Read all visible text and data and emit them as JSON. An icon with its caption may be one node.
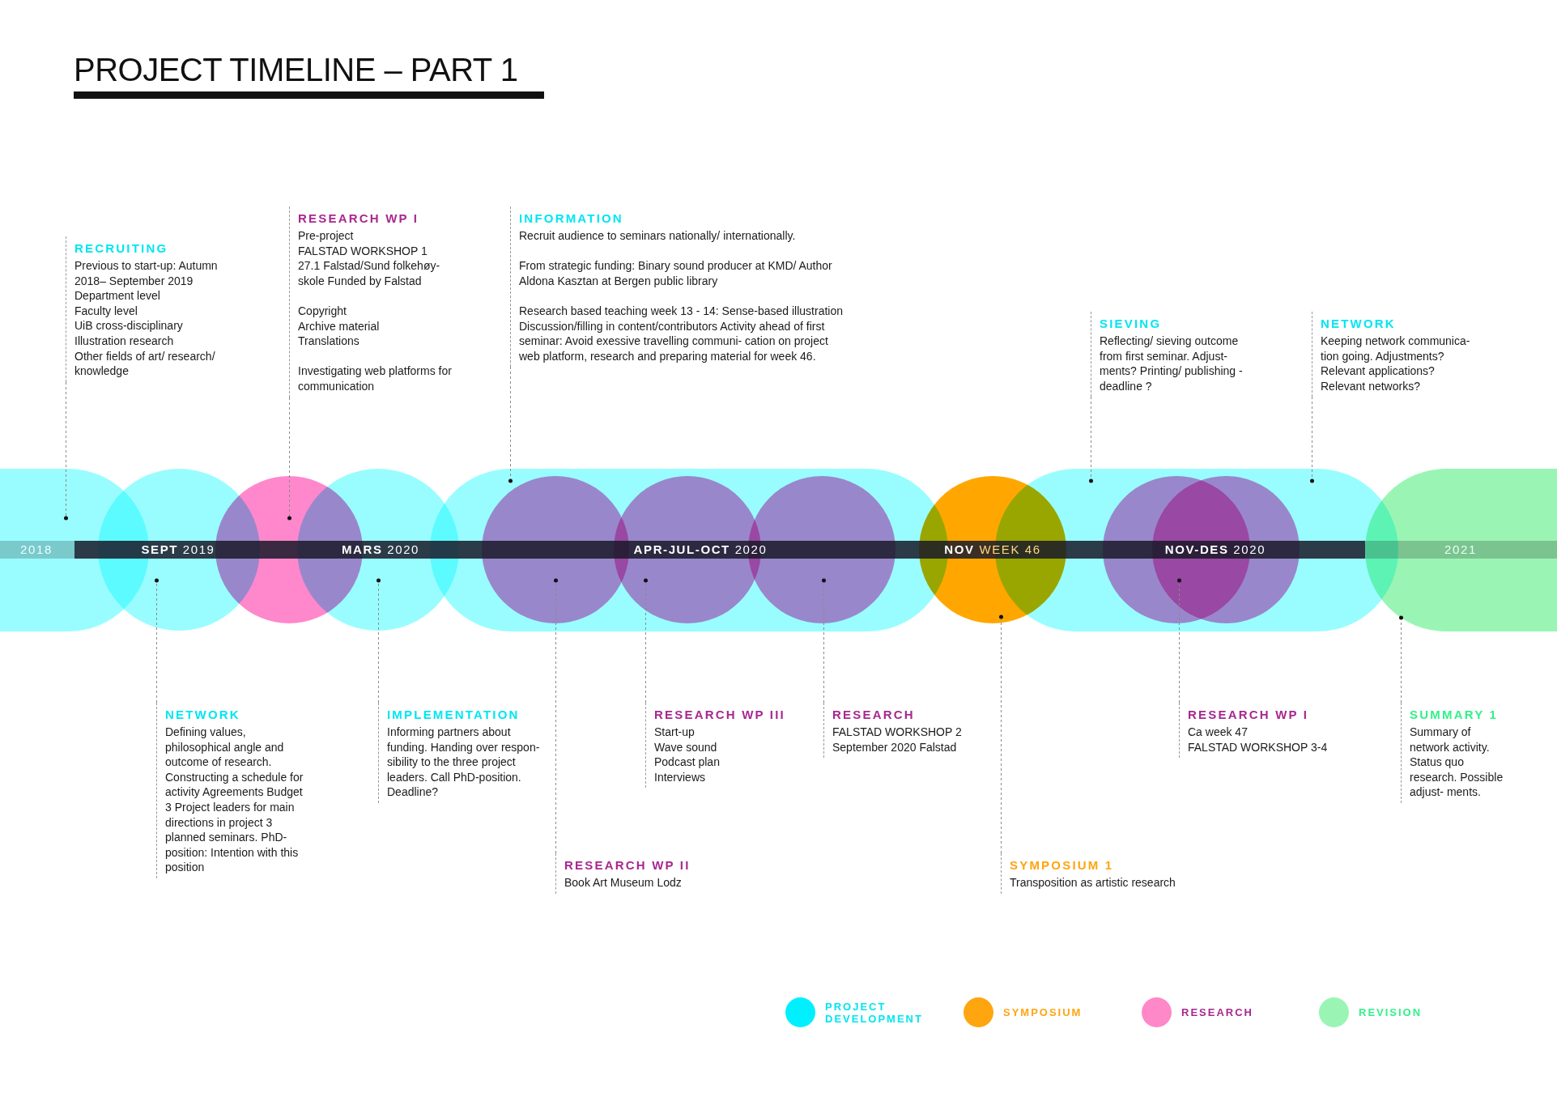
{
  "diagram": {
    "title": "PROJECT TIMELINE – PART 1",
    "nodes": [
      {
        "text": [
          "RECRUITING",
          "Previous to start-up: Autumn 2018– September 2019",
          "Department level",
          "Faculty level",
          "UiB cross-disciplinary",
          "Illustration research",
          "Other fields of art/ research/ knowledge"
        ]
      },
      {
        "text": [
          "RESEARCH WP I",
          "Pre-project",
          "FALSTAD WORKSHOP 1",
          "27.1 Falstad/Sund folkehøy- skole Funded by Falstad",
          "Copyright",
          "Archive material",
          "Translations",
          "Investigating web platforms for communication"
        ]
      },
      {
        "text": [
          "INFORMATION",
          "Recruit audience to seminars nationally/ internationally.",
          "From strategic funding: Binary sound producer at KMD/ Author Aldona Kasztan at Bergen public library",
          "Research based teaching week 13 - 14: Sense-based illustration",
          "Discussion/filling in content/contributors Activity ahead of first seminar: Avoid exessive travelling communi- cation on project web platform, research and preparing material for week 46."
        ]
      },
      {
        "text": [
          "SIEVING",
          "Reflecting/ sieving outcome from first seminar. Adjust- ments? Printing/ publishing - deadline ?"
        ]
      },
      {
        "text": [
          "NETWORK",
          "Keeping network communica- tion going. Adjustments? Relevant applications? Relevant networks?"
        ]
      },
      {
        "text": [
          "NETWORK",
          "Defining values, philosophical angle and outcome of research. Constructing a schedule for activity Agreements Budget 3 Project leaders for main directions in project 3 planned seminars. PhD-position: Intention with this position"
        ]
      },
      {
        "text": [
          "IMPLEMENTATION",
          "Informing partners about funding. Handing over respon- sibility to the three project leaders. Call PhD-position. Deadline?"
        ]
      },
      {
        "text": [
          "RESEARCH WP II",
          "Book Art Museum Lodz"
        ]
      },
      {
        "text": [
          "RESEARCH WP III",
          "Start-up",
          "Wave sound",
          "Podcast plan",
          "Interviews"
        ]
      },
      {
        "text": [
          "RESEARCH",
          "FALSTAD WORKSHOP 2",
          "September 2020 Falstad"
        ]
      },
      {
        "text": [
          "SYMPOSIUM 1",
          "Transposition as artistic research"
        ]
      },
      {
        "text": [
          "RESEARCH WP I",
          "Ca week 47",
          "FALSTAD WORKSHOP 3-4"
        ]
      },
      {
        "text": [
          "SUMMARY 1",
          "Summary of network activity. Status quo research. Possible adjust- ments."
        ]
      },
      {
        "text": [],
        "shape": "circle"
      },
      {
        "text": [],
        "shape": "circle"
      },
      {
        "text": [],
        "shape": "circle"
      },
      {
        "text": [],
        "shape": "circle"
      },
      {
        "text": [],
        "shape": "circle"
      },
      {
        "text": [],
        "shape": "circle"
      },
      {
        "text": [],
        "shape": "circle"
      },
      {
        "text": [],
        "shape": "circle"
      },
      {
        "text": [],
        "shape": "circle"
      },
      {
        "text": [],
        "shape": "circle"
      },
      {
        "text": [],
        "shape": "circle"
      },
      {
        "text": [],
        "shape": "circle"
      },
      {
        "text": [],
        "shape": "circle"
      }
    ],
    "edges": [
      {
        "from": 0,
        "to": 13,
        "arrow": "none",
        "style": "dashed"
      },
      {
        "from": 1,
        "to": 15,
        "arrow": "none",
        "style": "dashed"
      },
      {
        "from": 2,
        "to": 17,
        "arrow": "none",
        "style": "dashed"
      },
      {
        "from": 3,
        "to": 22,
        "arrow": "none",
        "style": "dashed"
      },
      {
        "from": 4,
        "to": 24,
        "arrow": "none",
        "style": "dashed"
      },
      {
        "from": 5,
        "to": 14,
        "arrow": "none",
        "style": "dashed"
      },
      {
        "from": 6,
        "to": 16,
        "arrow": "none",
        "style": "dashed"
      },
      {
        "from": 7,
        "to": 18,
        "arrow": "none",
        "style": "dashed"
      },
      {
        "from": 8,
        "to": 19,
        "arrow": "none",
        "style": "dashed"
      },
      {
        "from": 9,
        "to": 20,
        "arrow": "none",
        "style": "dashed"
      },
      {
        "from": 10,
        "to": 21,
        "arrow": "none",
        "style": "dashed"
      },
      {
        "from": 11,
        "to": 23,
        "arrow": "none",
        "style": "dashed"
      },
      {
        "from": 12,
        "to": 25,
        "arrow": "none",
        "style": "dashed"
      }
    ],
    "labels": [
      "2018",
      "**SEPT** 2019",
      "**MARS** 2020",
      "**APR-JUL-OCT** 2020",
      "**NOV** WEEK 46",
      "**NOV-DES** 2020",
      "2021"
    ],
    "legend": [
      {
        "text": "PROJECT DEVELOPMENT",
        "color": "#00f0ff"
      },
      {
        "text": "SYMPOSIUM",
        "color": "#ffa510"
      },
      {
        "text": "RESEARCH",
        "color": "#ff88c8"
      },
      {
        "text": "REVISION",
        "color": "#9af5b4"
      }
    ]
  }
}
